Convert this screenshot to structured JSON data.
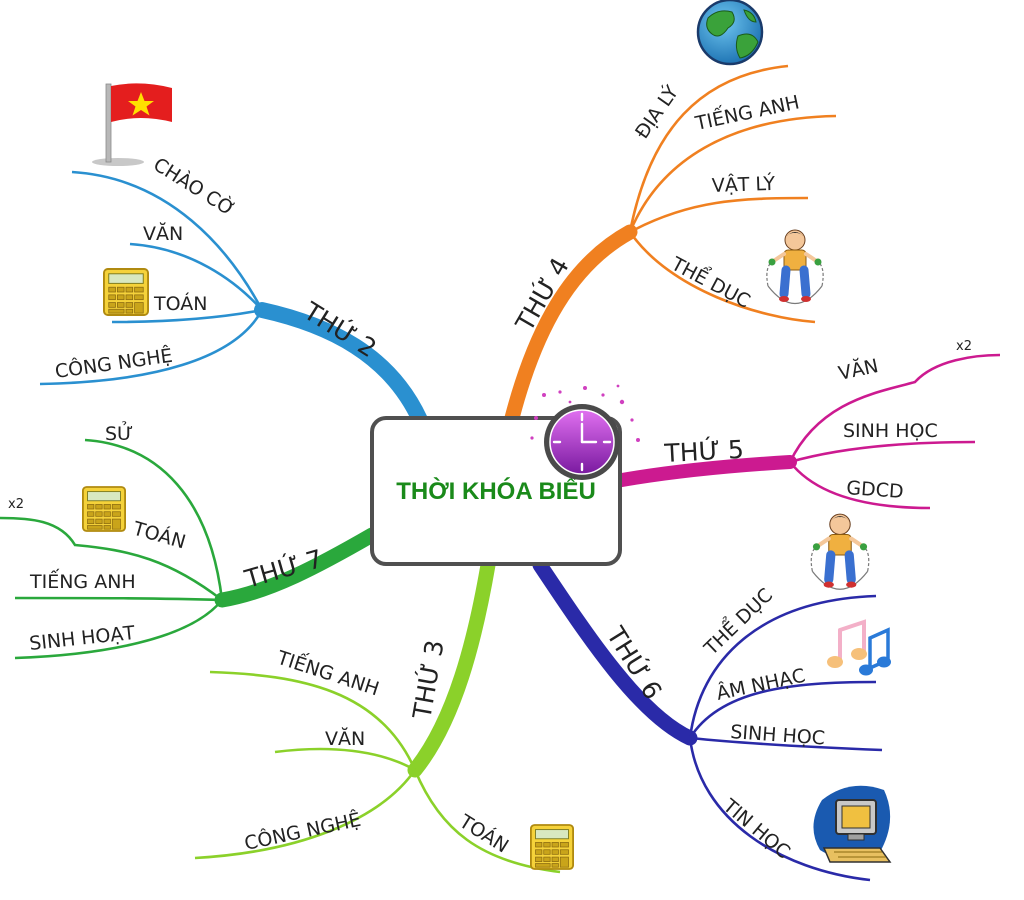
{
  "center": {
    "title": "THỜI KHÓA BIỂU"
  },
  "colors": {
    "thu2": "#2a90d0",
    "thu3": "#8bd12a",
    "thu4": "#f08020",
    "thu5": "#cc1a90",
    "thu6": "#2a2aa8",
    "thu7": "#2aa83c",
    "title": "#1a8a1a"
  },
  "branches": {
    "thu2": {
      "label": "THỨ 2",
      "items": [
        "CHÀO CỜ",
        "VĂN",
        "TOÁN",
        "CÔNG NGHỆ"
      ]
    },
    "thu3": {
      "label": "THỨ 3",
      "items": [
        "TIẾNG ANH",
        "VĂN",
        "CÔNG NGHỆ",
        "TOÁN"
      ]
    },
    "thu4": {
      "label": "THỨ 4",
      "items": [
        "ĐỊA LÝ",
        "TIẾNG ANH",
        "VẬT LÝ",
        "THỂ DỤC"
      ]
    },
    "thu5": {
      "label": "THỨ 5",
      "items": [
        "VĂN",
        "SINH HỌC",
        "GDCD"
      ],
      "note": "x2"
    },
    "thu6": {
      "label": "THỨ 6",
      "items": [
        "THỂ DỤC",
        "ÂM NHẠC",
        "SINH HỌC",
        "TIN HỌC"
      ]
    },
    "thu7": {
      "label": "THỨ 7",
      "items": [
        "SỬ",
        "TOÁN",
        "TIẾNG ANH",
        "SINH HOẠT"
      ],
      "note": "x2"
    }
  },
  "icons": [
    "vietnam-flag-icon",
    "calculator-icon",
    "globe-icon",
    "jump-rope-kid-icon",
    "clock-icon",
    "music-notes-icon",
    "computer-icon"
  ]
}
